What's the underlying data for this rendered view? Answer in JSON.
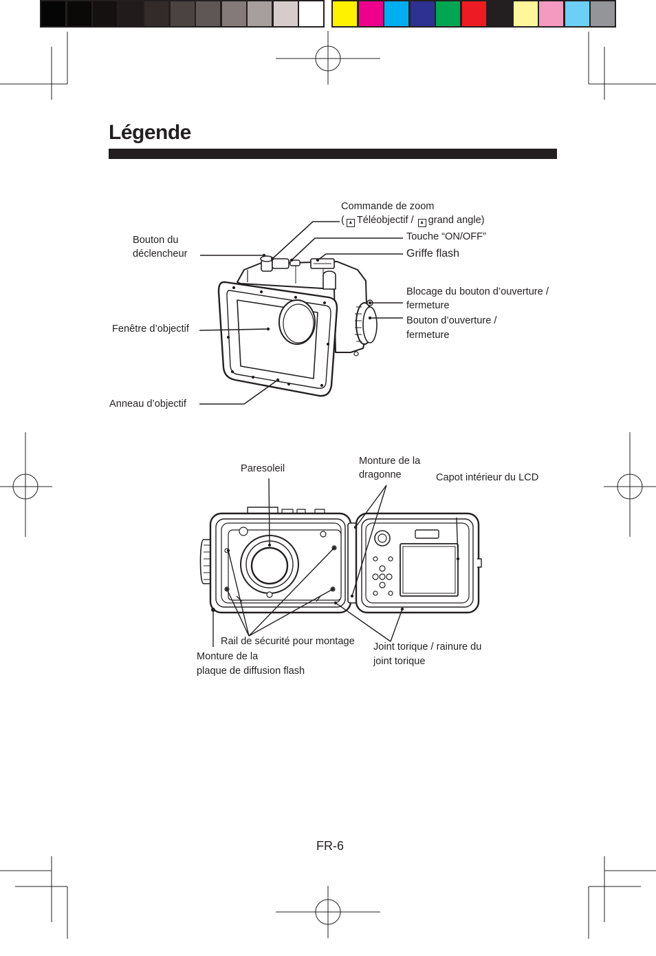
{
  "page": {
    "title": "Légende",
    "page_number": "FR-6"
  },
  "color_bar": {
    "gray_steps": [
      "#050505",
      "#0b0908",
      "#141110",
      "#211c1b",
      "#332b2a",
      "#4a4341",
      "#5f5756",
      "#837a79",
      "#a79f9e",
      "#d6cccb",
      "#ffffff"
    ],
    "colors": [
      "#fff200",
      "#ec008c",
      "#00aeef",
      "#2e3192",
      "#00a651",
      "#ed1c24",
      "#231f20",
      "#fff799",
      "#f49ac1",
      "#6dcff6",
      "#939598"
    ]
  },
  "figure1": {
    "labels": {
      "zoom_line1": "Commande de zoom",
      "zoom_line2_open": "(",
      "zoom_line2_tele": "Téléobjectif /",
      "zoom_line2_wide": "grand angle)",
      "shutter_line1": "Bouton du",
      "shutter_line2": "déclencheur",
      "on_off": "Touche “ON/OFF”",
      "flash_shoe": "Griffe flash",
      "lock_line1": "Blocage du bouton d’ouverture /",
      "lock_line2": "fermeture",
      "open_line1": "Bouton d’ouverture /",
      "open_line2": "fermeture",
      "lens_window": "Fenêtre d’objectif",
      "lens_ring": "Anneau d’objectif"
    }
  },
  "figure2": {
    "labels": {
      "sunshade": "Paresoleil",
      "strap_line1": "Monture de la",
      "strap_line2": "dragonne",
      "lcd_cover": "Capot intérieur du LCD",
      "rail": "Rail de sécurité pour montage",
      "diffuser_line1": "Monture de la",
      "diffuser_line2": "plaque de diffusion flash",
      "oring_line1": "Joint torique / rainure du",
      "oring_line2": "joint torique"
    }
  }
}
